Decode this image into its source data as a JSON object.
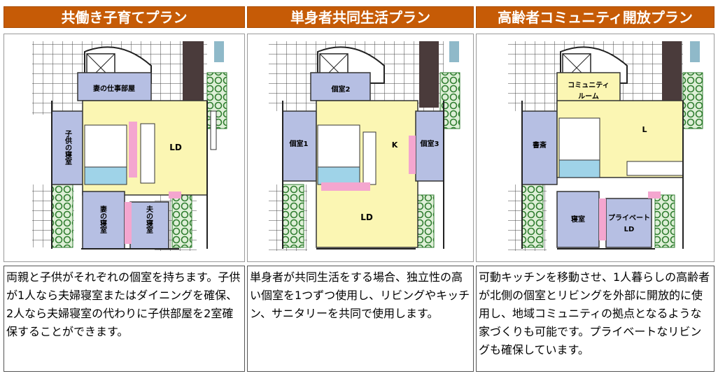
{
  "colors": {
    "header_bg": "#c65b06",
    "header_text": "#ffffff",
    "private_room": "#b6bfe3",
    "common_room": "#fbf6b3",
    "closet": "#f4a6cf",
    "bath": "#9fd3e8",
    "garden": "#3f8a3f",
    "wall": "#2b2b2b"
  },
  "plans": [
    {
      "title": "共働き子育てプラン",
      "rooms": {
        "study": "妻の仕事部屋",
        "kids": "子供の寝室",
        "ld": "LD",
        "wife": "妻の寝室",
        "husband": "夫の寝室"
      },
      "desc": "両親と子供がそれぞれの個室を持ちます。子供が1人なら夫婦寝室またはダイニングを確保、2人なら夫婦寝室の代わりに子供部屋を2室確保することができます。"
    },
    {
      "title": "単身者共同生活プラン",
      "rooms": {
        "r2": "個室2",
        "r1": "個室1",
        "k": "K",
        "r3": "個室3",
        "ld": "LD"
      },
      "desc": "単身者が共同生活をする場合、独立性の高い個室を1つずつ使用し、リビングやキッチン、サニタリーを共同で使用します。"
    },
    {
      "title": "高齢者コミュニティ開放プラン",
      "rooms": {
        "community1": "コミュニティ",
        "community2": "ルーム",
        "l": "L",
        "shosai": "書斎",
        "bedroom": "寝室",
        "private1": "プライベート",
        "private2": "LD"
      },
      "desc": "可動キッチンを移動させ、1人暮らしの高齢者が北側の個室とリビングを外部に開放的に使用し、地域コミュニティの拠点となるような家づくりも可能です。プライベートなリビングも確保しています。"
    }
  ]
}
